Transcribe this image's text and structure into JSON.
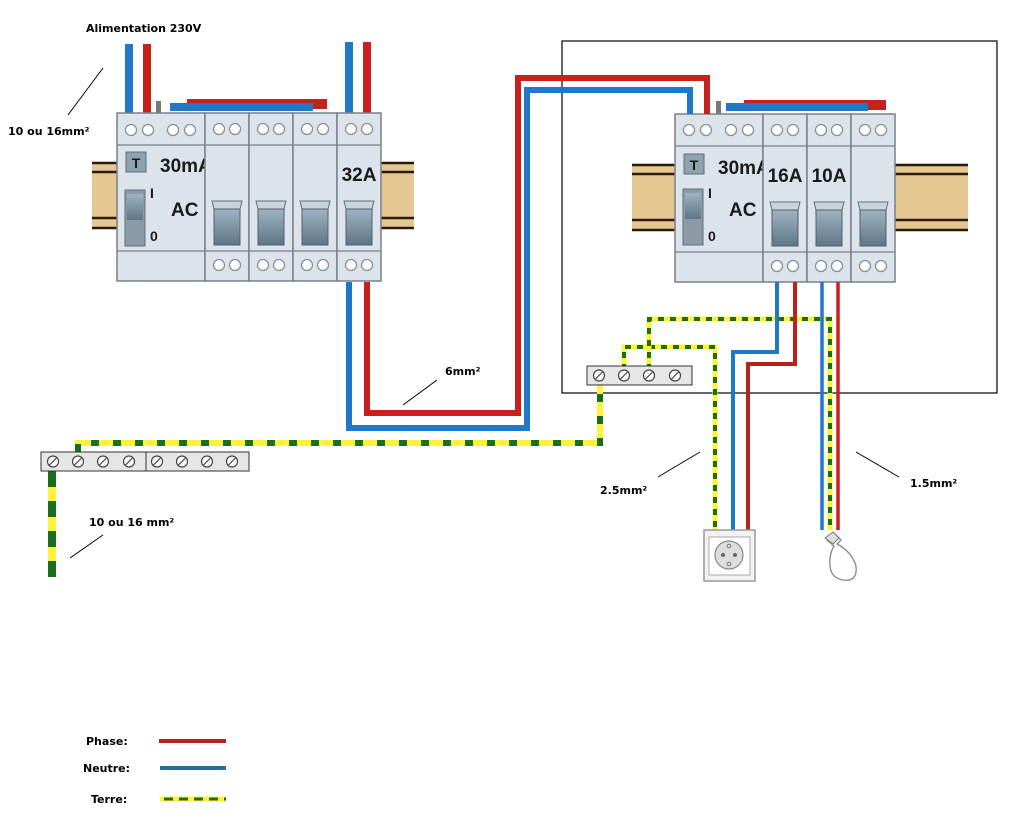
{
  "title": "Alimentation 230V",
  "colors": {
    "phase": "#c8201c",
    "neutre": "#1f78c8",
    "terre_green": "#1b6e1e",
    "terre_yellow": "#fff23a",
    "module": "#dde3ea",
    "rail": "#e5c891"
  },
  "labels": {
    "supply_section": "10 ou 16mm²",
    "link_section": "6mm²",
    "earth_section": "10 ou 16 mm²",
    "socket_section": "2.5mm²",
    "light_section": "1.5mm²"
  },
  "main_panel": {
    "rcd": {
      "test_button": "T",
      "sensitivity": "30mA",
      "type": "AC",
      "on_mark": "I",
      "off_mark": "0"
    },
    "breakers": [
      {
        "rating": ""
      },
      {
        "rating": ""
      },
      {
        "rating": ""
      },
      {
        "rating": "32A"
      }
    ]
  },
  "sub_panel": {
    "rcd": {
      "test_button": "T",
      "sensitivity": "30mA",
      "type": "AC",
      "on_mark": "I",
      "off_mark": "0"
    },
    "breakers": [
      {
        "rating": "16A"
      },
      {
        "rating": "10A"
      },
      {
        "rating": ""
      }
    ]
  },
  "loads": [
    {
      "name": "socket-outlet"
    },
    {
      "name": "light-bulb"
    }
  ],
  "legend": [
    {
      "label": "Phase:",
      "type": "phase"
    },
    {
      "label": "Neutre:",
      "type": "neutre"
    },
    {
      "label": "Terre:",
      "type": "terre"
    }
  ]
}
